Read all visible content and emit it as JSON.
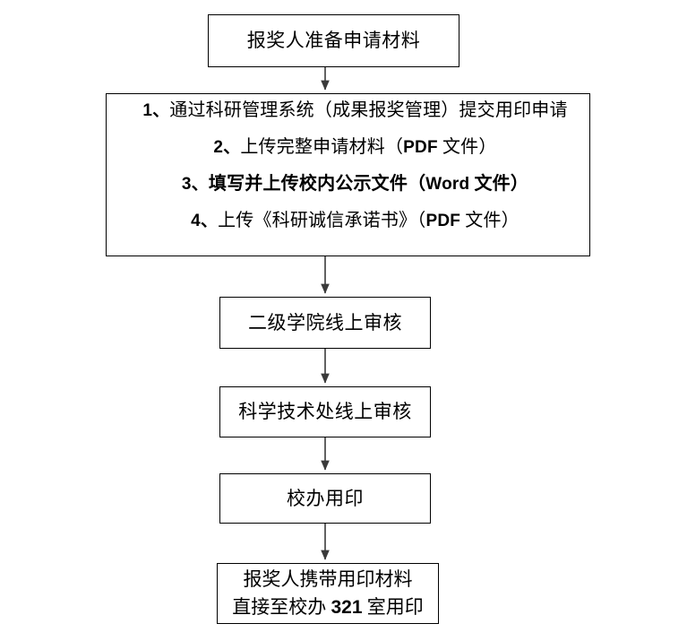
{
  "diagram": {
    "title_implicit": "报奖用印流程图",
    "background_color": "#ffffff",
    "line_color": "#000000",
    "nodes": {
      "prepare": {
        "label": "报奖人准备申请材料"
      },
      "steps": {
        "items": [
          {
            "number": "1、",
            "text_before": "通过科研管理系统（成果报奖管理）提交用印申请",
            "latin": "",
            "text_after": "",
            "bold": false
          },
          {
            "number": "2、",
            "text_before": "上传完整申请材料（",
            "latin": "PDF",
            "text_after": " 文件）",
            "bold": false
          },
          {
            "number": "3、",
            "text_before": "填写并上传校内公示文件（",
            "latin": "Word",
            "text_after": " 文件）",
            "bold": true
          },
          {
            "number": "4、",
            "text_before": "上传《科研诚信承诺书》（",
            "latin": "PDF",
            "text_after": " 文件）",
            "bold": false
          }
        ]
      },
      "college_review": {
        "label": "二级学院线上审核"
      },
      "sci_dept_review": {
        "label": "科学技术处线上审核"
      },
      "seal_office": {
        "label": "校办用印"
      },
      "pickup": {
        "line1": "报奖人携带用印材料",
        "line2_before": "直接至校办 ",
        "line2_number": "321",
        "line2_after": " 室用印"
      }
    },
    "connectors": [
      {
        "name": "prepare-to-steps",
        "from": "prepare",
        "to": "steps"
      },
      {
        "name": "steps-to-college",
        "from": "steps",
        "to": "college_review"
      },
      {
        "name": "college-to-sci-dept",
        "from": "college_review",
        "to": "sci_dept_review"
      },
      {
        "name": "sci-dept-to-seal-office",
        "from": "sci_dept_review",
        "to": "seal_office"
      },
      {
        "name": "seal-office-to-pickup",
        "from": "seal_office",
        "to": "pickup"
      }
    ]
  }
}
